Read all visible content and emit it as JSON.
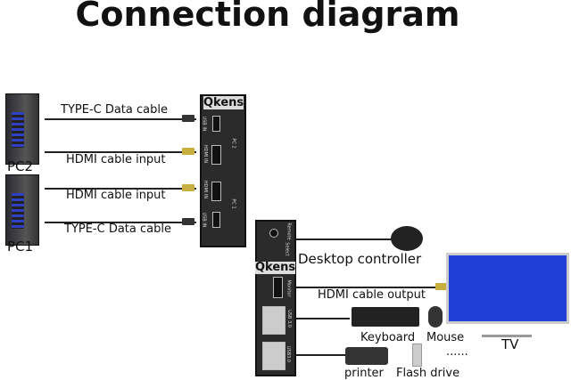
{
  "title": "Connection diagram",
  "left": {
    "pc2_label": "PC2",
    "pc1_label": "PC1",
    "cables": [
      "TYPE-C Data cable",
      "HDMI cable input",
      "HDMI cable input",
      "TYPE-C Data cable"
    ]
  },
  "device1": {
    "brand": "Qkens",
    "ports": [
      "USB IN",
      "HDMI IN",
      "HDMI IN",
      "USB IN"
    ],
    "groups": [
      "PC 2",
      "PC 1"
    ]
  },
  "device2": {
    "brand": "Qkens",
    "ports": [
      "Remote",
      "Select",
      "Monitor",
      "USB 3.0",
      "USB3.0"
    ]
  },
  "right": {
    "desktop_controller": "Desktop controller",
    "hdmi_output": "HDMI cable output",
    "keyboard": "Keyboard",
    "mouse": "Mouse",
    "tv": "TV",
    "printer": "printer",
    "flash_drive": "Flash drive",
    "more": "......"
  },
  "colors": {
    "screen": "#1f3fd8",
    "device": "#2b2b2b"
  }
}
